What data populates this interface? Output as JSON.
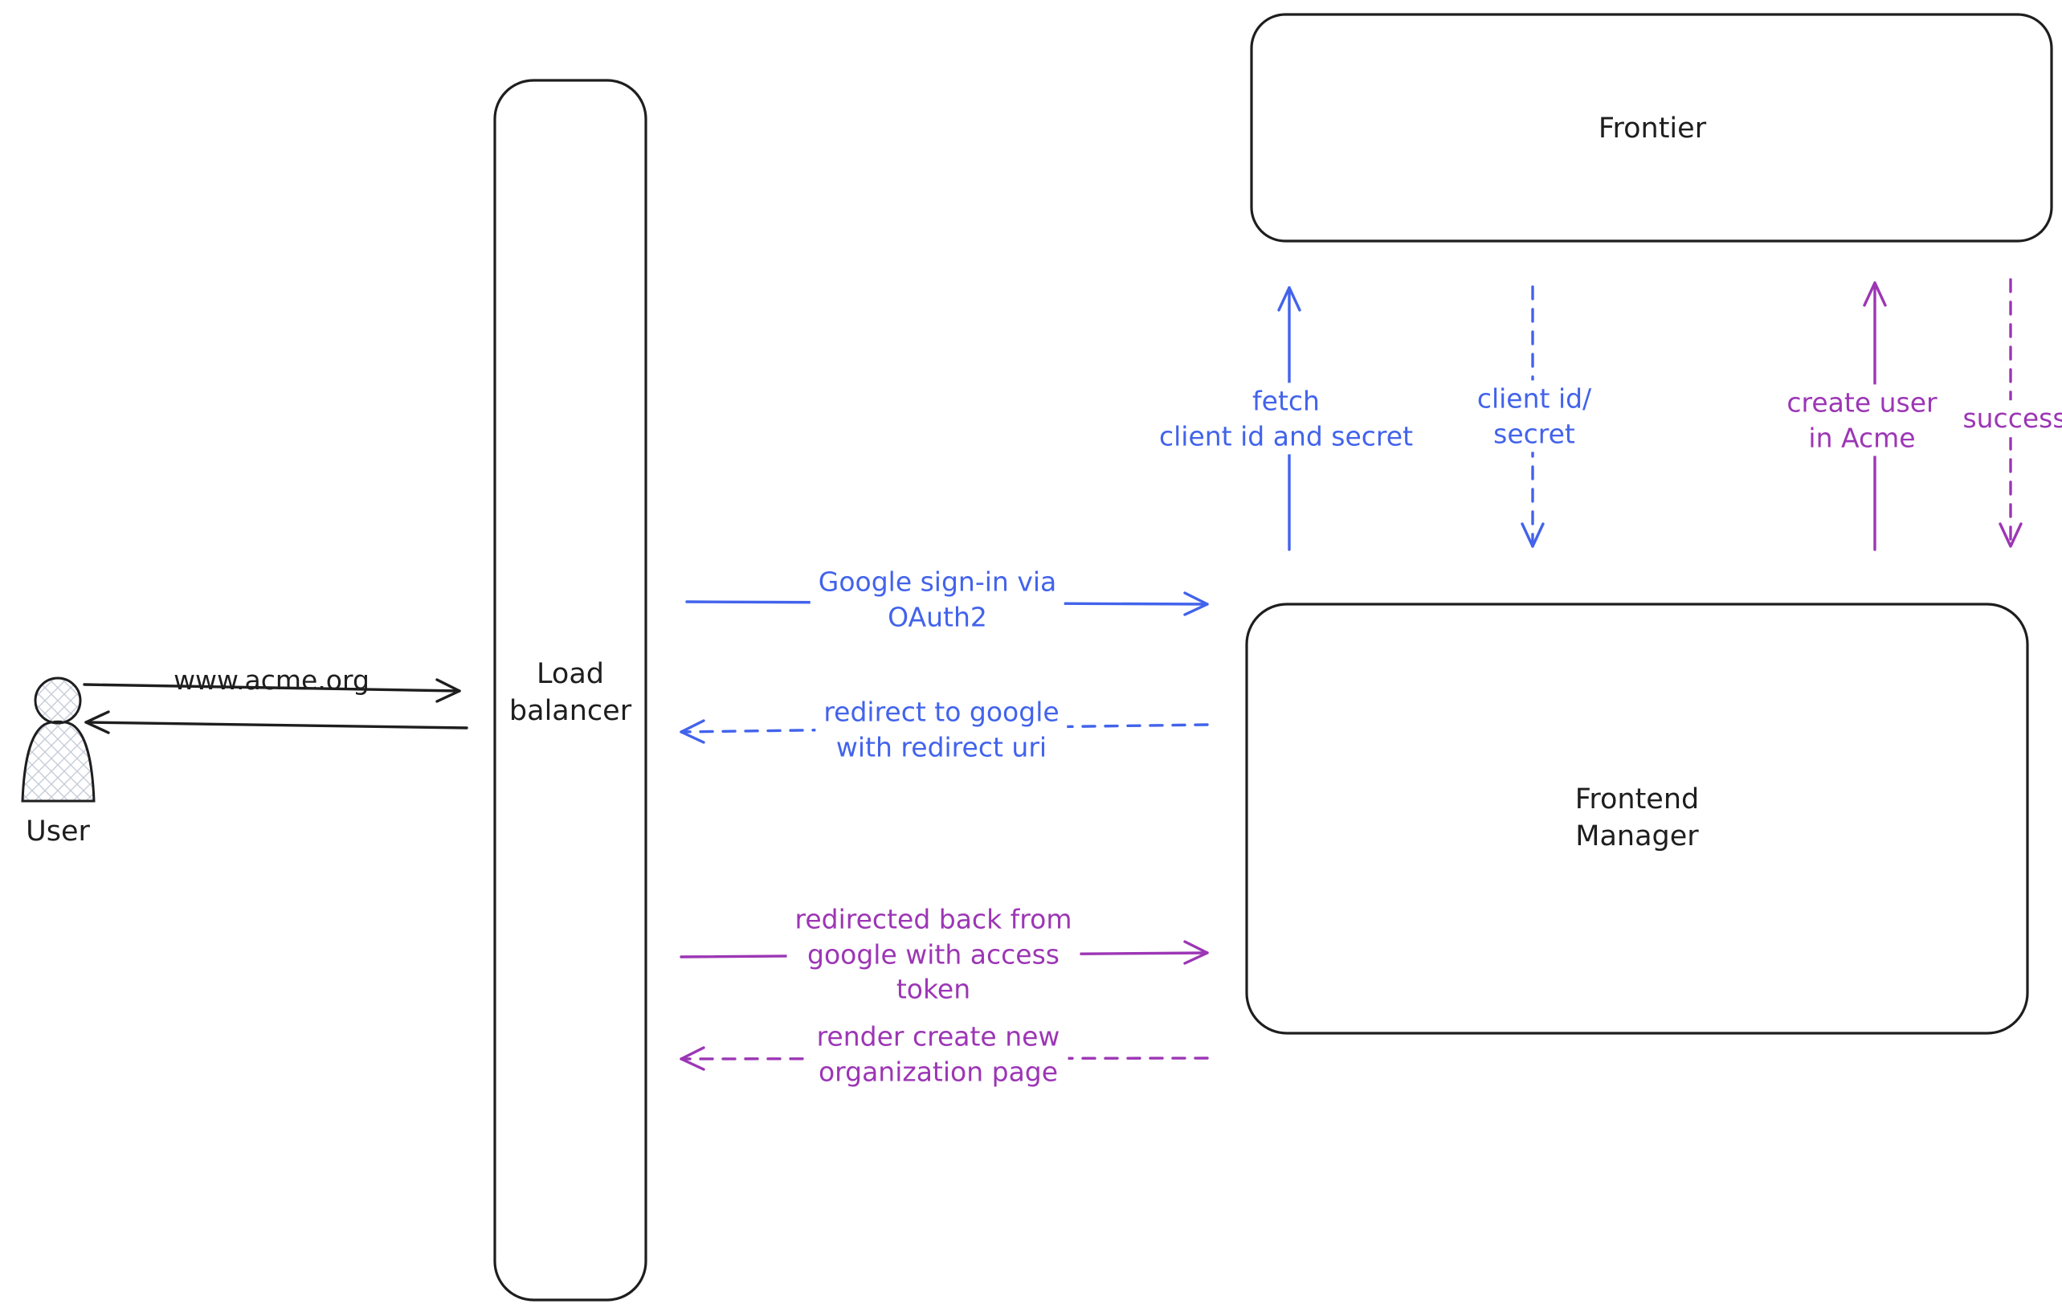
{
  "colors": {
    "ink": "#1e1e1e",
    "blue": "#4263eb",
    "purple": "#9c36b5",
    "background": "#ffffff"
  },
  "nodes": {
    "user": {
      "label": "User"
    },
    "load_balancer": {
      "label": "Load\nbalancer"
    },
    "frontier": {
      "label": "Frontier"
    },
    "frontend_manager": {
      "label": "Frontend\nManager"
    }
  },
  "edges": {
    "www_acme": {
      "label": "www.acme.org",
      "color": "#1e1e1e",
      "style": "solid",
      "direction": "user-to-load-balancer"
    },
    "return_to_user": {
      "label": "",
      "color": "#1e1e1e",
      "style": "solid",
      "direction": "load-balancer-to-user"
    },
    "google_signin": {
      "label": "Google sign-in via\nOAuth2",
      "color": "#4263eb",
      "style": "solid",
      "direction": "load-balancer-to-frontend-manager"
    },
    "redirect_to_google": {
      "label": "redirect to google\nwith redirect uri",
      "color": "#4263eb",
      "style": "dashed",
      "direction": "frontend-manager-to-load-balancer"
    },
    "fetch_client": {
      "label": "fetch\nclient id and secret",
      "color": "#4263eb",
      "style": "solid",
      "direction": "frontend-manager-to-frontier"
    },
    "client_id_secret": {
      "label": "client id/\nsecret",
      "color": "#4263eb",
      "style": "dashed",
      "direction": "frontier-to-frontend-manager"
    },
    "create_user": {
      "label": "create user\nin Acme",
      "color": "#9c36b5",
      "style": "solid",
      "direction": "frontend-manager-to-frontier"
    },
    "success": {
      "label": "success",
      "color": "#9c36b5",
      "style": "dashed",
      "direction": "frontier-to-frontend-manager"
    },
    "redirected_back": {
      "label": "redirected back from\ngoogle with access\ntoken",
      "color": "#9c36b5",
      "style": "solid",
      "direction": "load-balancer-to-frontend-manager"
    },
    "render_create_org": {
      "label": "render create new\norganization page",
      "color": "#9c36b5",
      "style": "dashed",
      "direction": "frontend-manager-to-load-balancer"
    }
  }
}
